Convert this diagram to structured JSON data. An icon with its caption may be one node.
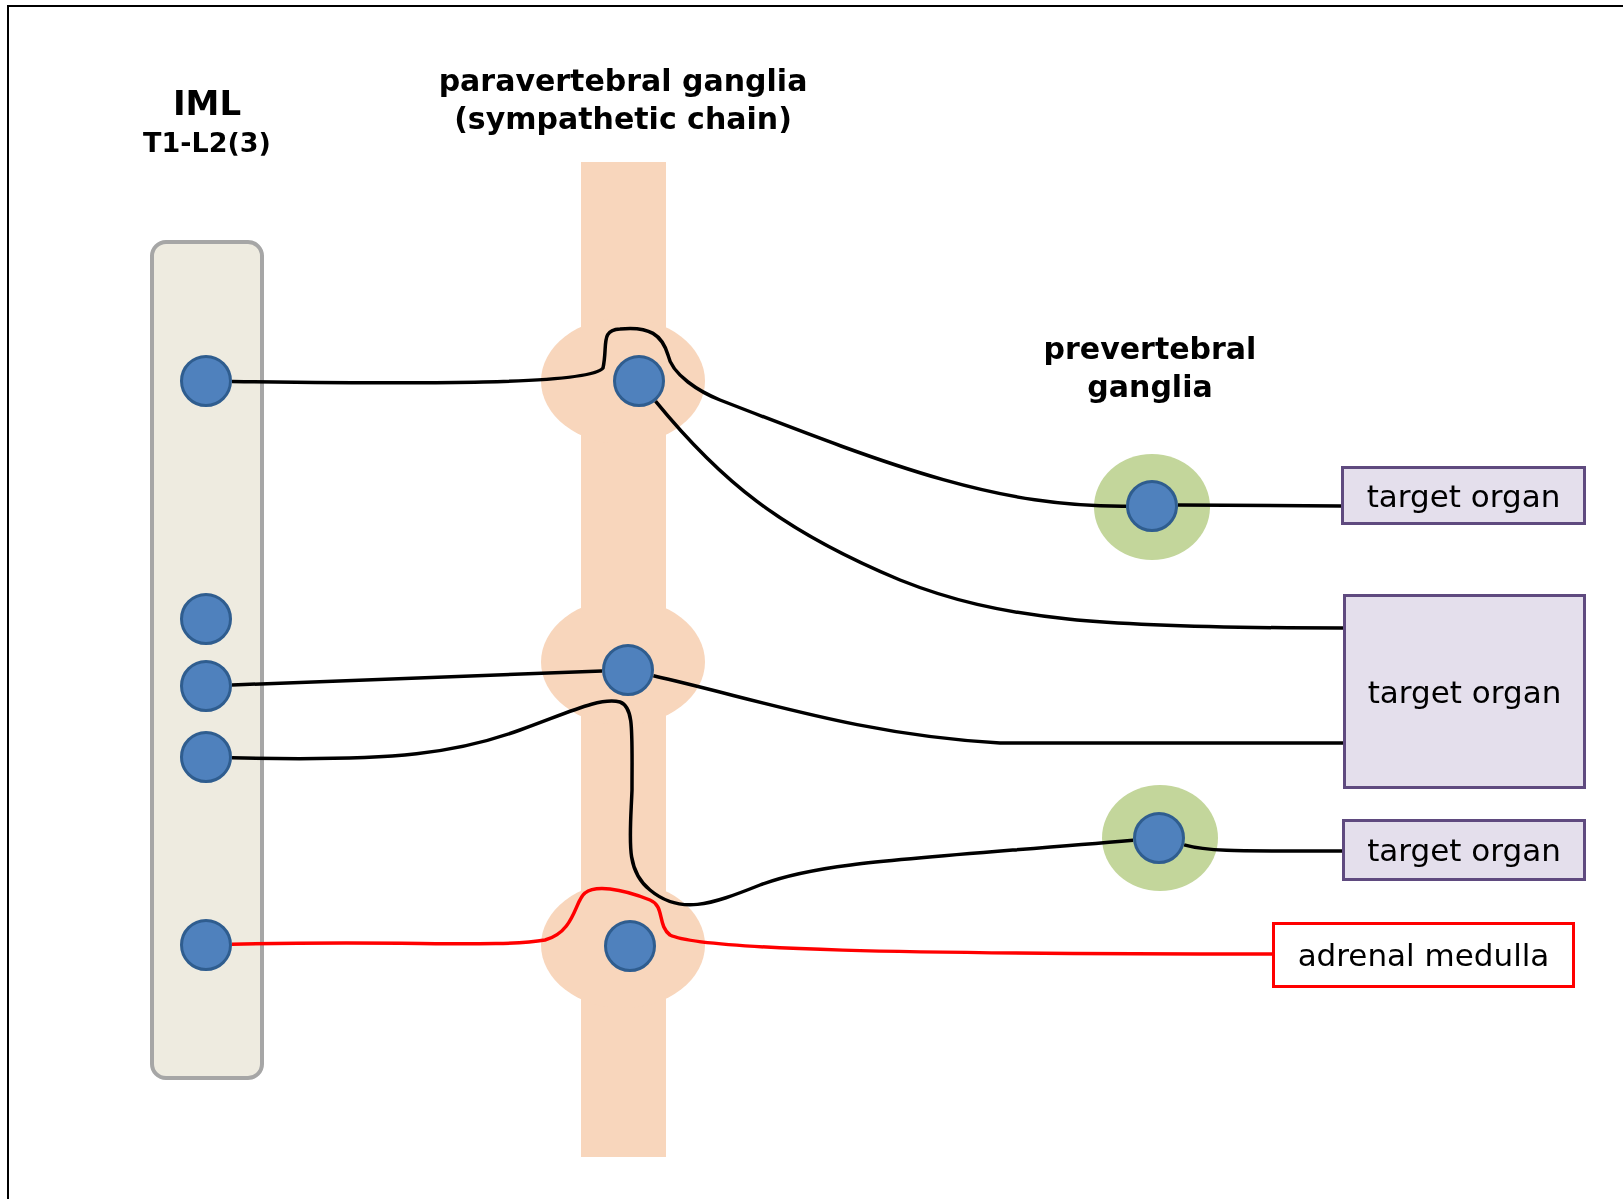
{
  "diagram": {
    "nodes": [
      {
        "text": [
          "IML",
          "T1-L2(3)"
        ]
      },
      {
        "text": [],
        "shape": "circle",
        "in": 0
      },
      {
        "text": [],
        "shape": "circle",
        "in": 0
      },
      {
        "text": [],
        "shape": "circle",
        "in": 0
      },
      {
        "text": [],
        "shape": "circle",
        "in": 0
      },
      {
        "text": [],
        "shape": "circle",
        "in": 0
      },
      {
        "text": [],
        "shape": "circle"
      },
      {
        "text": [],
        "shape": "circle"
      },
      {
        "text": [],
        "shape": "circle"
      },
      {
        "text": [
          "prevertebral ganglia"
        ]
      },
      {
        "text": [],
        "shape": "circle",
        "in": 9
      },
      {
        "text": [],
        "shape": "ellipse"
      },
      {
        "text": [],
        "shape": "circle",
        "in": 11
      },
      {
        "text": [
          "target organ"
        ]
      },
      {
        "text": [
          "target organ"
        ]
      },
      {
        "text": [
          "target organ"
        ]
      },
      {
        "text": [
          "adrenal medulla"
        ]
      }
    ],
    "edges": [
      {
        "from": 1,
        "to": 10,
        "arrow": "none"
      },
      {
        "from": 6,
        "to": 14,
        "arrow": "none"
      },
      {
        "from": 3,
        "to": 7,
        "arrow": "none"
      },
      {
        "from": 7,
        "to": 14,
        "arrow": "none"
      },
      {
        "from": 4,
        "to": 12,
        "arrow": "none"
      },
      {
        "from": 10,
        "to": 13,
        "arrow": "none"
      },
      {
        "from": 12,
        "to": 15,
        "arrow": "none"
      },
      {
        "from": 5,
        "to": 16,
        "arrow": "none",
        "color": "#ff0000"
      }
    ],
    "labels": [
      "paravertebral ganglia (sympathetic chain)"
    ]
  }
}
